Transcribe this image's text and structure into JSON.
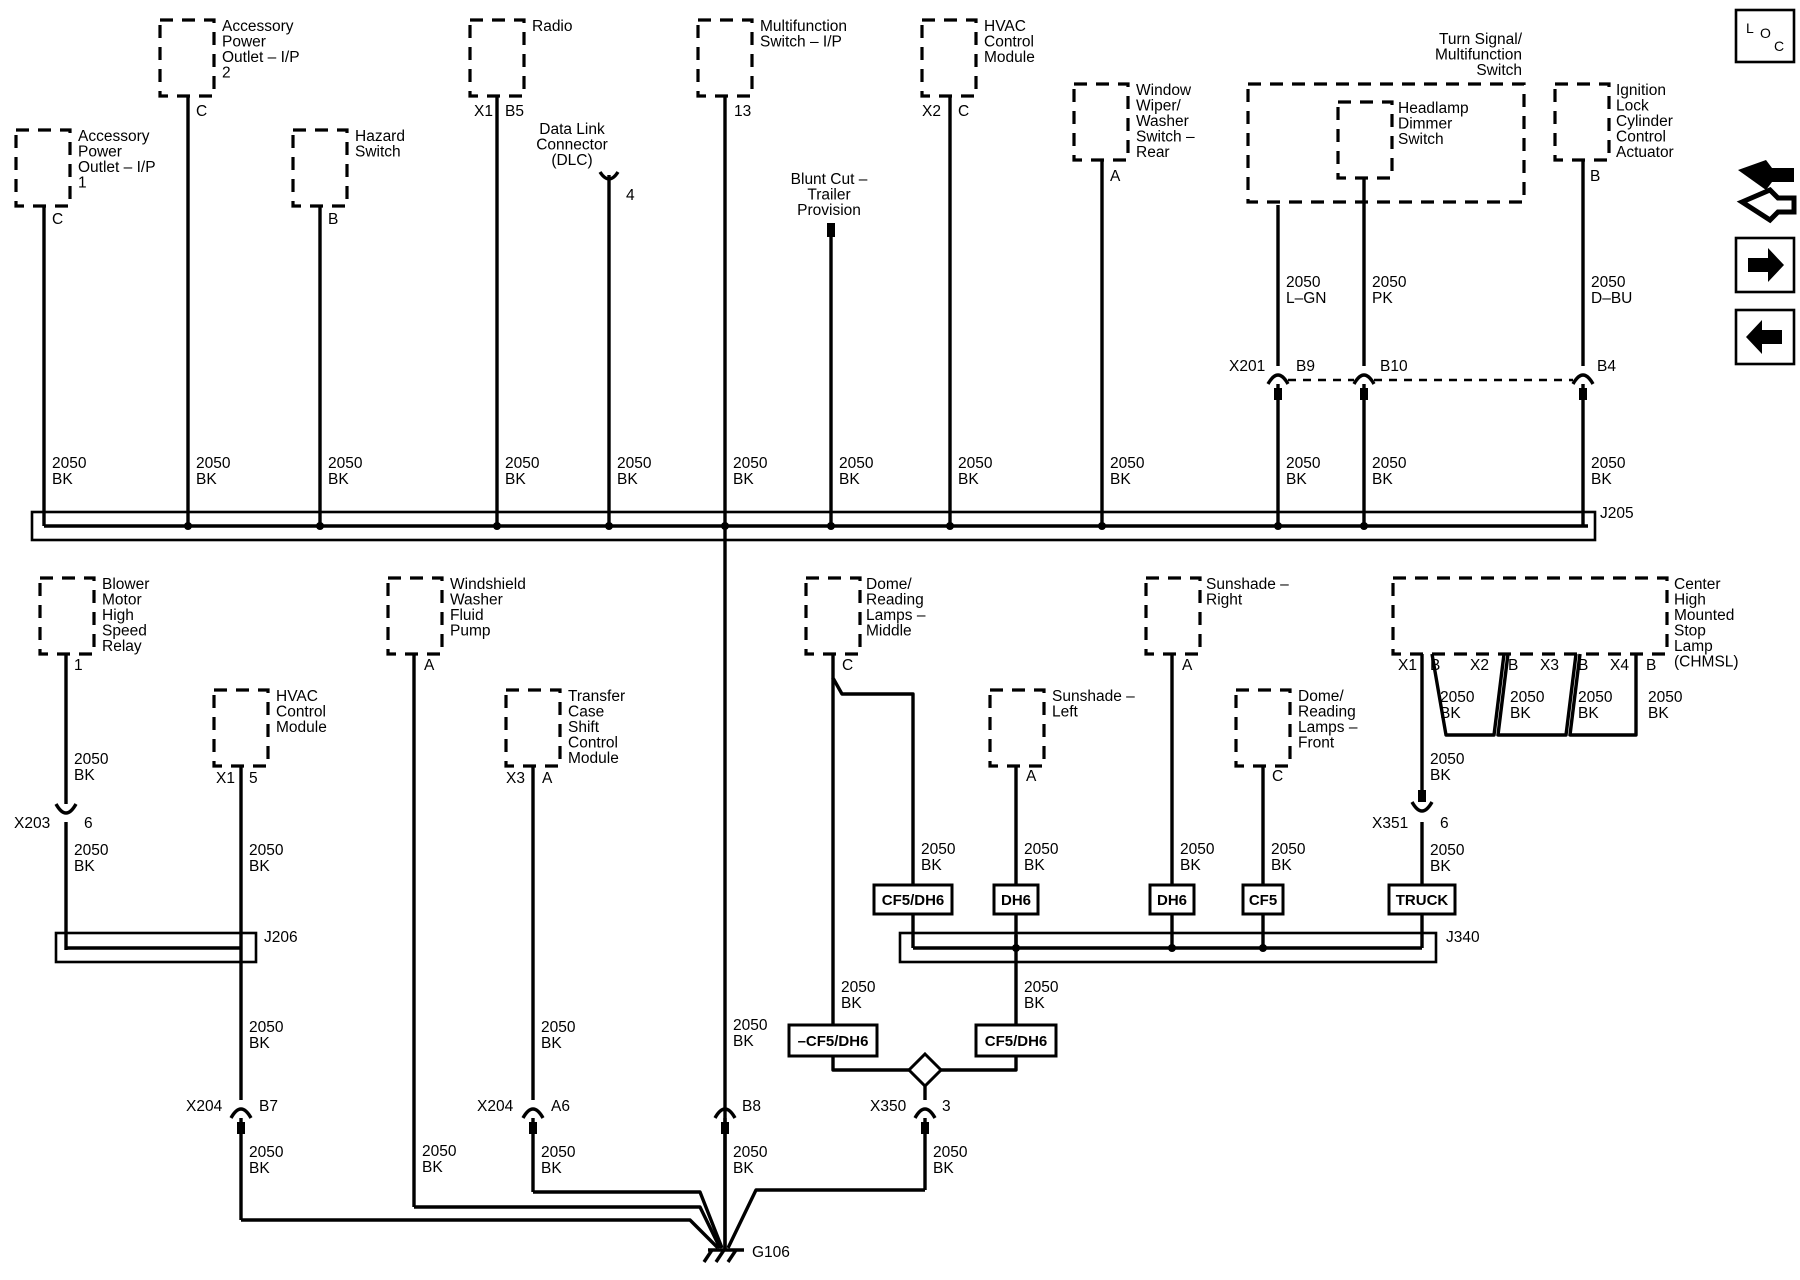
{
  "components": {
    "apo1": "Accessory\nPower\nOutlet – I/P\n1",
    "apo2": "Accessory\nPower\nOutlet – I/P\n2",
    "hazard": "Hazard\nSwitch",
    "radio": "Radio",
    "dlc": "Data Link\nConnector\n(DLC)",
    "multifunction": "Multifunction\nSwitch – I/P",
    "blunt": "Blunt Cut –\nTrailer\nProvision",
    "hvac_top": "HVAC\nControl\nModule",
    "wiper": "Window\nWiper/\nWasher\nSwitch –\nRear",
    "turn_signal": "Turn Signal/\nMultifunction\nSwitch",
    "headlamp": "Headlamp\nDimmer\nSwitch",
    "ignition": "Ignition\nLock\nCylinder\nControl\nActuator",
    "blower": "Blower\nMotor\nHigh\nSpeed\nRelay",
    "hvac_bottom": "HVAC\nControl\nModule",
    "washer_pump": "Windshield\nWasher\nFluid\nPump",
    "transfer": "Transfer\nCase\nShift\nControl\nModule",
    "dome_middle": "Dome/\nReading\nLamps –\nMiddle",
    "sunshade_left": "Sunshade –\nLeft",
    "sunshade_right": "Sunshade –\nRight",
    "dome_front": "Dome/\nReading\nLamps –\nFront",
    "chmsl": "Center\nHigh\nMounted\nStop\nLamp\n(CHMSL)"
  },
  "pins": {
    "apo1": "C",
    "apo2": "C",
    "hazard": "B",
    "radio_conn": "X1",
    "radio": "B5",
    "dlc": "4",
    "multifunction": "13",
    "hvac_top_conn": "X2",
    "hvac_top": "C",
    "wiper": "A",
    "ignition": "B",
    "blower": "1",
    "hvac_bottom_conn": "X1",
    "hvac_bottom": "5",
    "washer_pump": "A",
    "transfer_conn": "X3",
    "transfer": "A",
    "dome_middle": "C",
    "sunshade_left": "A",
    "sunshade_right": "A",
    "dome_front": "C",
    "chmsl_x1": "X1",
    "chmsl_x2": "X2",
    "chmsl_x3": "X3",
    "chmsl_x4": "X4",
    "chmsl_b": "B"
  },
  "wire": {
    "circuit": "2050",
    "bk": "BK",
    "lgn": "L–GN",
    "pk": "PK",
    "dbu": "D–BU"
  },
  "connectors": {
    "x201": "X201",
    "x201_b9": "B9",
    "x201_b10": "B10",
    "x201_b4": "B4",
    "x203": "X203",
    "x203_pin": "6",
    "x204": "X204",
    "x204_b7": "B7",
    "x204_a6": "A6",
    "x204_b8": "B8",
    "x350": "X350",
    "x350_pin": "3",
    "x351": "X351",
    "x351_pin": "6"
  },
  "splices": {
    "j205": "J205",
    "j206": "J206",
    "j340": "J340"
  },
  "ground": "G106",
  "options": {
    "cf5dh6": "CF5/DH6",
    "dh6": "DH6",
    "cf5": "CF5",
    "truck": "TRUCK",
    "not_cf5dh6": "–CF5/DH6"
  },
  "nav_icons": {
    "loc": [
      "L",
      "O",
      "C"
    ],
    "harness": "harness-connector-icon",
    "next": "arrow-right-icon",
    "prev": "arrow-left-icon"
  }
}
